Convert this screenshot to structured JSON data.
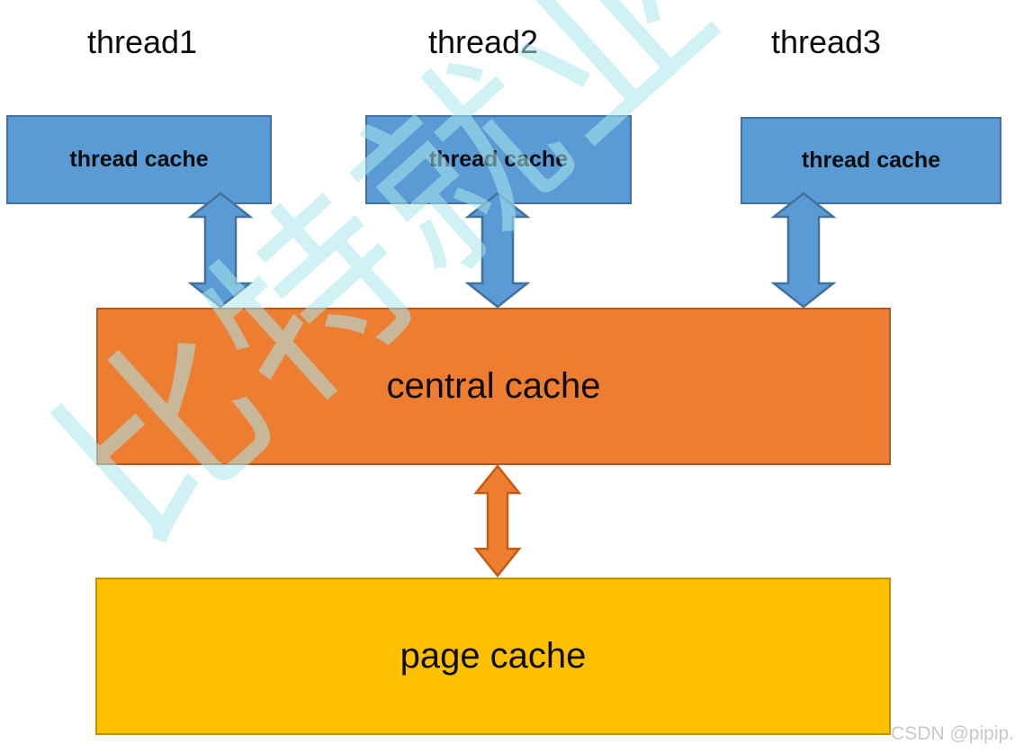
{
  "diagram": {
    "threads": [
      {
        "label": "thread1",
        "cache_box": "thread cache"
      },
      {
        "label": "thread2",
        "cache_box": "thread cache"
      },
      {
        "label": "thread3",
        "cache_box": "thread cache"
      }
    ],
    "central_cache_label": "central cache",
    "page_cache_label": "page cache",
    "connections": [
      "thread cache (thread1) <-> central cache",
      "thread cache (thread2) <-> central cache",
      "thread cache (thread3) <-> central cache",
      "central cache <-> page cache"
    ]
  },
  "watermark": {
    "text": "比特就业"
  },
  "credit": "CSDN @pipip.",
  "colors": {
    "thread_cache_fill": "#5B9BD5",
    "thread_cache_border": "#41719C",
    "central_cache_fill": "#ED7D31",
    "central_cache_border": "#AE5A21",
    "page_cache_fill": "#FFC000",
    "page_cache_border": "#BF9000",
    "arrow_blue_fill": "#5B9BD5",
    "arrow_blue_border": "#41719C",
    "arrow_orange_fill": "#ED7D31",
    "arrow_orange_border": "#C55A11",
    "watermark_color": "#CDEFF2",
    "credit_text_color": "#C9C9C9"
  }
}
